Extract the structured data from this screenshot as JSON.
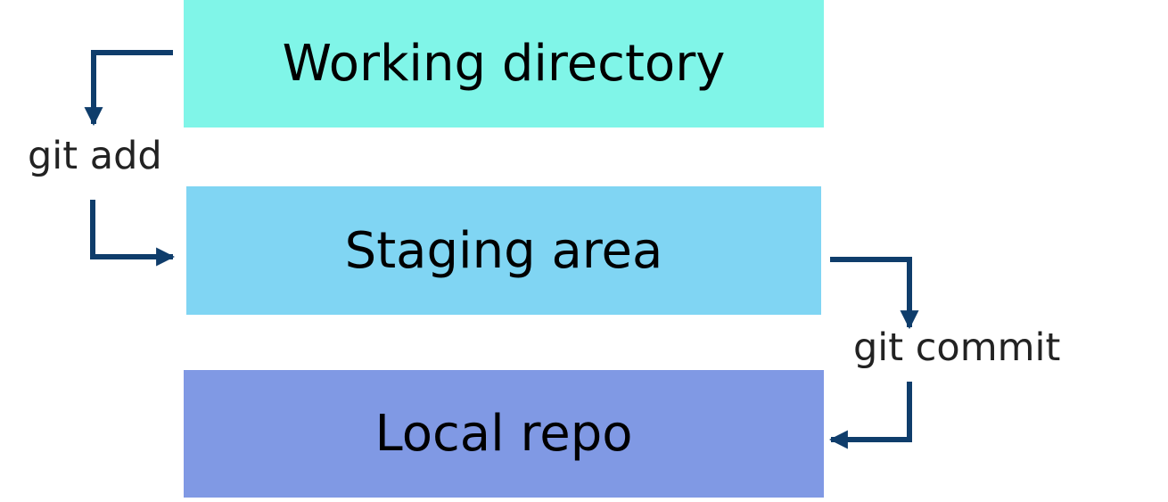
{
  "colors": {
    "working_directory": "#80F5E8",
    "staging_area": "#80D5F3",
    "local_repo": "#8099E4",
    "arrow": "#0F3D6B"
  },
  "boxes": {
    "working_directory": "Working directory",
    "staging_area": "Staging area",
    "local_repo": "Local repo"
  },
  "steps": {
    "add": "git add",
    "commit": "git commit"
  }
}
